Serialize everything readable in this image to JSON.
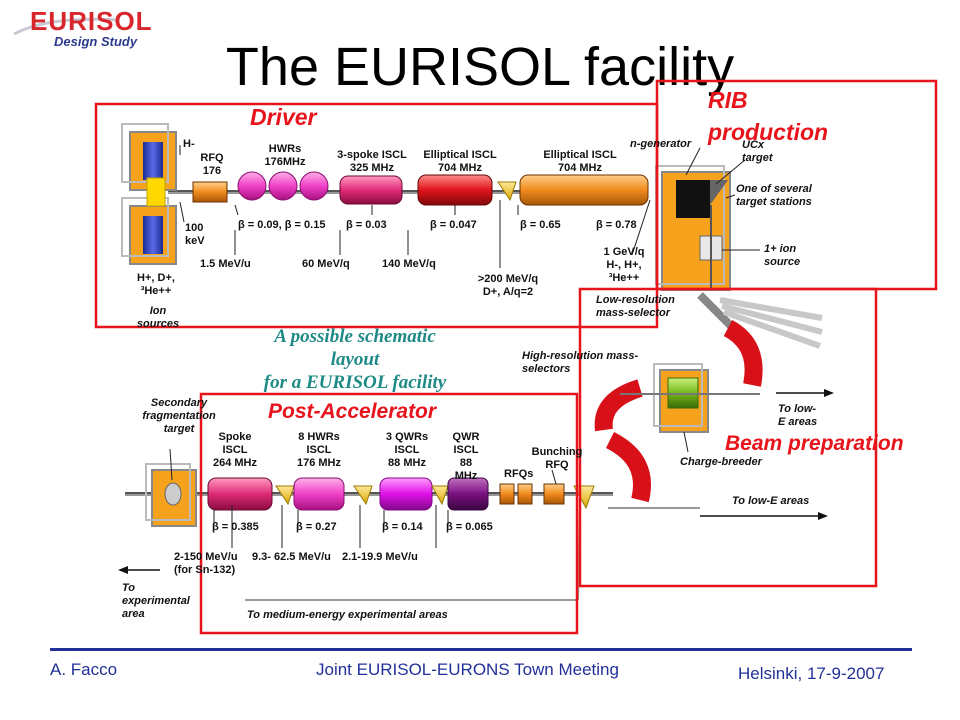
{
  "logo": {
    "text": "EURISOL",
    "subtitle": "Design Study"
  },
  "title": "The EURISOL facility",
  "sections": {
    "driver": "Driver",
    "rib_production": "RIB production",
    "post_accelerator": "Post-Accelerator",
    "beam_preparation": "Beam preparation"
  },
  "driver": {
    "h_minus": "H-",
    "rfq": "RFQ\n176",
    "hwrs": "HWRs\n176MHz",
    "spoke": "3-spoke ISCL\n325 MHz",
    "ell1": "Elliptical ISCL\n704 MHz",
    "ell2": "Elliptical ISCL\n704 MHz",
    "kev": "100\nkeV",
    "ions": "H+, D+,\n³He++",
    "ion_sources": "Ion\nsources",
    "beta1": "β = 0.09, β = 0.15",
    "beta2": "β = 0.03",
    "beta3": "β = 0.047",
    "beta4": "β = 0.65",
    "beta5": "β = 0.78",
    "e1": "1.5 MeV/u",
    "e2": "60 MeV/q",
    "e3": "140 MeV/q",
    "e4": ">200 MeV/q\nD+, A/q=2",
    "e5": "1 GeV/q\nH-, H+,\n³He++"
  },
  "rib": {
    "ngen": "n-generator",
    "ucx": "UCx\ntarget",
    "stations": "One of several\ntarget stations",
    "ion_source": "1+ ion\nsource"
  },
  "schematic": "A possible schematic\nlayout\nfor a EURISOL facility",
  "beam_prep": {
    "low_res": "Low-resolution\nmass-selector",
    "high_res": "High-resolution mass-\nselectors",
    "to_low_e": "To low-\nE areas",
    "charge_breeder": "Charge-breeder",
    "to_low_e2": "To low-E areas"
  },
  "post": {
    "secondary": "Secondary\nfragmentation\ntarget",
    "spoke": "Spoke\nISCL\n264 MHz",
    "hwrs": "8 HWRs\nISCL\n176 MHz",
    "qwrs": "3 QWRs\nISCL\n88 MHz",
    "qwr": "QWR\nISCL\n88\nMHz",
    "rfqs": "RFQs",
    "bunching": "Bunching\nRFQ",
    "b1": "β = 0.385",
    "b2": "β = 0.27",
    "b3": "β = 0.14",
    "b4": "β = 0.065",
    "e1": "2-150 MeV/u\n(for Sn-132)",
    "e2": "9.3- 62.5 MeV/u",
    "e3": "2.1-19.9 MeV/u",
    "to_exp": "To\nexperimental\narea",
    "to_medium": "To medium-energy experimental areas"
  },
  "footer": {
    "author": "A. Facco",
    "meeting": "Joint EURISOL-EURONS Town Meeting",
    "place_date": "Helsinki, 17-9-2007"
  },
  "colors": {
    "red": "#e8141c",
    "footer_blue": "#22309a",
    "teal": "#1e8a86"
  }
}
